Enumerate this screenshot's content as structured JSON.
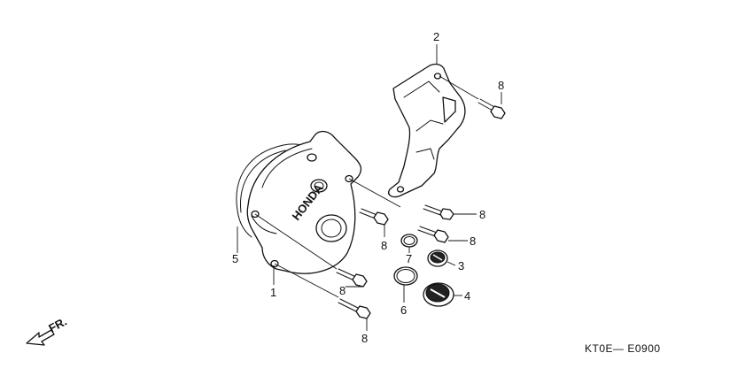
{
  "diagram": {
    "callouts": {
      "cover": "1",
      "bracket": "2",
      "small_plug": "3",
      "large_plug": "4",
      "gasket": "5",
      "large_oring": "6",
      "small_oring": "7",
      "bolt": "8"
    },
    "logo_text": "HONDA",
    "direction_label": "FR.",
    "figure_code": "KT0E— E0900"
  }
}
